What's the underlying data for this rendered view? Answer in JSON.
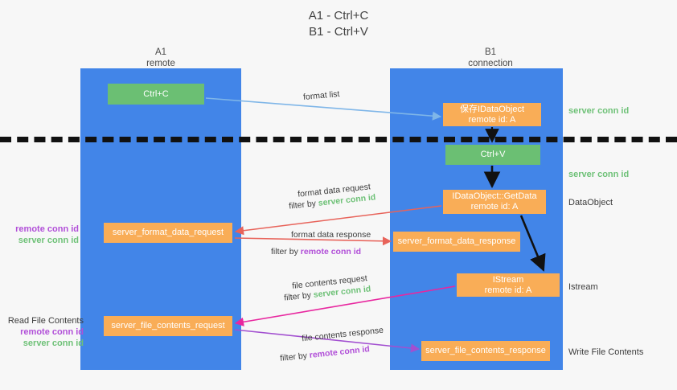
{
  "title": {
    "line1": "A1 - Ctrl+C",
    "line2": "B1 - Ctrl+V"
  },
  "columns": [
    {
      "name": "A1",
      "role": "remote"
    },
    {
      "name": "B1",
      "role": "connection"
    }
  ],
  "boxes": {
    "ctrl_c": {
      "label": "Ctrl+C",
      "color": "#6bbf73"
    },
    "save_idataobject": {
      "line1": "保存IDataObject",
      "line2": "remote id: A",
      "color": "#f9ad57"
    },
    "ctrl_v": {
      "label": "Ctrl+V",
      "color": "#6bbf73"
    },
    "getdata": {
      "line1": "IDataObject::GetData",
      "line2": "remote id: A",
      "color": "#f9ad57"
    },
    "server_format_data_request": {
      "label": "server_format_data_request",
      "color": "#f9ad57"
    },
    "server_format_data_response": {
      "label": "server_format_data_response",
      "color": "#f9ad57"
    },
    "istream": {
      "line1": "IStream",
      "line2": "remote id: A",
      "color": "#f9ad57"
    },
    "server_file_contents_request": {
      "label": "server_file_contents_request",
      "color": "#f9ad57"
    },
    "server_file_contents_response": {
      "label": "server_file_contents_response",
      "color": "#f9ad57"
    }
  },
  "edge_labels": {
    "format_list": "format list",
    "format_data_request": "format data request",
    "format_data_request_filter_prefix": "filter by ",
    "format_data_request_filter_value": "server conn id",
    "format_data_response": "format data response",
    "format_data_response_filter_prefix": "filter by ",
    "format_data_response_filter_value": "remote conn id",
    "file_contents_request": "file contents request",
    "file_contents_request_filter_prefix": "filter by ",
    "file_contents_request_filter_value": "server conn id",
    "file_contents_response": "file contents response",
    "file_contents_response_filter_prefix": "filter by ",
    "file_contents_response_filter_value": "remote conn id"
  },
  "annotations": {
    "server_conn_id_top": "server conn id",
    "server_conn_id_mid": "server conn id",
    "dataobject": "DataObject",
    "istream": "Istream",
    "write_file_contents": "Write File Contents",
    "read_file_contents": "Read File Contents",
    "remote_conn_id": "remote conn id",
    "server_conn_id": "server conn id"
  },
  "colors": {
    "lane": "#4285e8",
    "orange": "#f9ad57",
    "green_box": "#6bbf73",
    "green_text": "#6ec177",
    "purple_text": "#b14fd8",
    "red_arrow": "#e8635a",
    "magenta_arrow": "#e8279f",
    "purple_arrow": "#a24fd0",
    "blue_arrow": "#7fb6e8",
    "black_arrow": "#1a1a1a",
    "background": "#f7f7f7"
  }
}
